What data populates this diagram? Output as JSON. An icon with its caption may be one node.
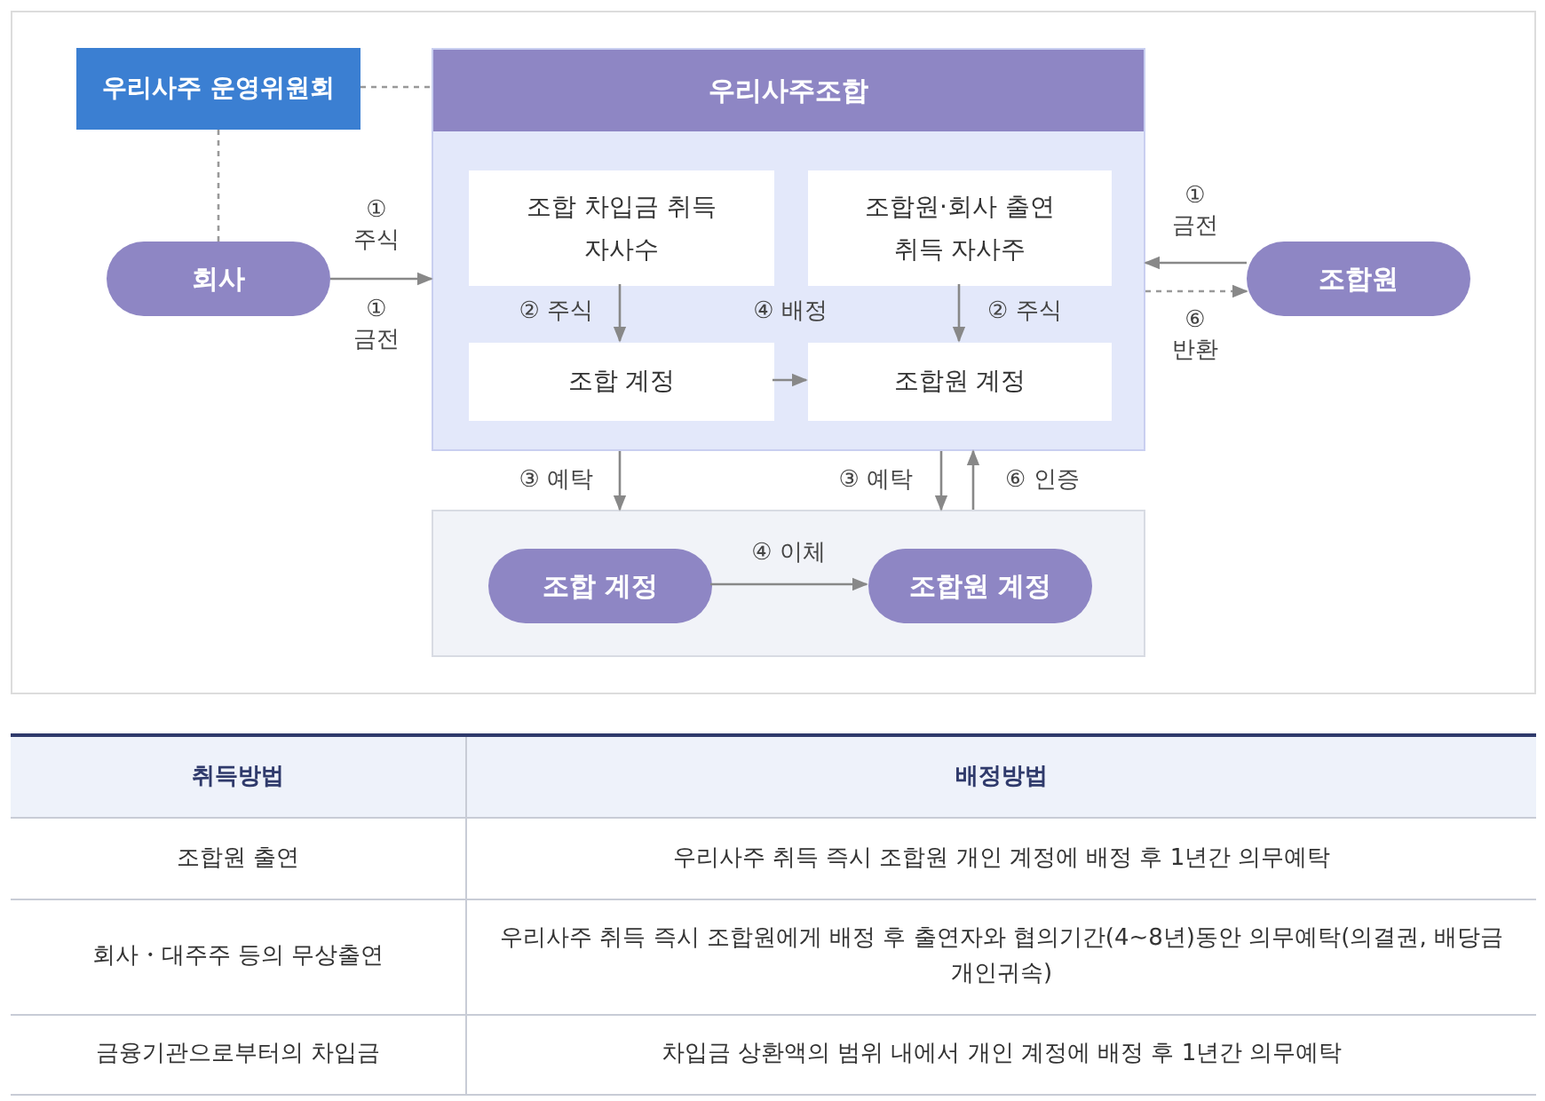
{
  "diagram": {
    "nodes": [
      {
        "text": [
          "우리사주 운영위원회"
        ]
      },
      {
        "text": [
          "우리사주조합"
        ]
      },
      {
        "text": [
          "조합 차입금 취득 자사수"
        ],
        "in": 1
      },
      {
        "text": [
          "조합원·회사 출연 취득 자사주"
        ],
        "in": 1
      },
      {
        "text": [
          "조합 계정"
        ],
        "in": 1
      },
      {
        "text": [
          "조합원 계정"
        ],
        "in": 1
      },
      {
        "text": [
          "회사"
        ]
      },
      {
        "text": [
          "조합원"
        ]
      },
      {
        "text": [],
        "shape": "box"
      },
      {
        "text": [
          "조합 계정"
        ],
        "in": 8
      },
      {
        "text": [
          "조합원 계정"
        ],
        "in": 8
      }
    ],
    "edges": [
      {
        "from": 0,
        "to": 1,
        "arrow": "none",
        "style": "dashed"
      },
      {
        "from": 0,
        "to": 6,
        "arrow": "none",
        "style": "dashed"
      },
      {
        "from": 6,
        "to": 1,
        "arrow": "to",
        "label": "① 주식"
      },
      {
        "from": 7,
        "to": 1,
        "arrow": "to",
        "label": "① 금전"
      },
      {
        "from": 1,
        "to": 7,
        "arrow": "to",
        "style": "dashed",
        "label": "⑥ 반환"
      },
      {
        "from": 2,
        "to": 4,
        "arrow": "to",
        "label": "② 주식"
      },
      {
        "from": 3,
        "to": 5,
        "arrow": "to",
        "label": "② 주식"
      },
      {
        "from": 4,
        "to": 5,
        "arrow": "to",
        "label": "④ 배정"
      },
      {
        "from": 1,
        "to": 8,
        "arrow": "to",
        "label": "③ 예탁"
      },
      {
        "from": 1,
        "to": 8,
        "arrow": "to",
        "label": "③ 예탁"
      },
      {
        "from": 8,
        "to": 1,
        "arrow": "to",
        "label": "⑥ 인증"
      },
      {
        "from": 9,
        "to": 10,
        "arrow": "to",
        "label": "④ 이체"
      }
    ],
    "labels": [
      "① 금전",
      "취득방법",
      "배정방법",
      "조합원 출연",
      "우리사주 취득 즉시 조합원 개인 계정에 배정 후 1년간 의무예탁",
      "회사・대주주 등의 무상출연",
      "우리사주 취득 즉시 조합원에게 배정 후 출연자와 협의기간(4~8년)동안 의무예탁(의결권, 배당금 개인귀속)",
      "금융기관으로부터의 차입금",
      "차입금 상환액의 범위 내에서 개인 계정에 배정 후 1년간 의무예탁"
    ]
  }
}
